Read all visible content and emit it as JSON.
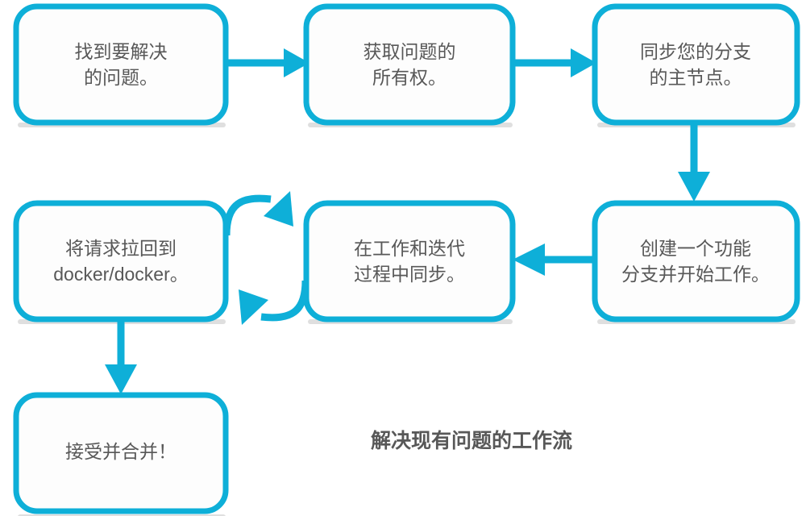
{
  "diagram": {
    "title": "解决现有问题的工作流",
    "accent_color": "#0eafd8",
    "text_color": "#585858",
    "background_color": "#ffffff",
    "nodes": [
      {
        "id": "find-issue",
        "line1": "找到要解决",
        "line2": "的问题。"
      },
      {
        "id": "claim-ownership",
        "line1": "获取问题的",
        "line2": "所有权。"
      },
      {
        "id": "sync-fork-master",
        "line1": "同步您的分支",
        "line2": "的主节点。"
      },
      {
        "id": "pull-request-back",
        "line1": "将请求拉回到",
        "line2": "docker/docker。"
      },
      {
        "id": "sync-while-working",
        "line1": "在工作和迭代",
        "line2": "过程中同步。"
      },
      {
        "id": "create-feature-branch",
        "line1": "创建一个功能",
        "line2": "分支并开始工作。"
      },
      {
        "id": "accept-and-merge",
        "line1": "接受并合并！",
        "line2": ""
      }
    ],
    "connectors": [
      {
        "id": "find-to-claim",
        "kind": "arrow-right"
      },
      {
        "id": "claim-to-sync-master",
        "kind": "arrow-right"
      },
      {
        "id": "sync-master-to-create-branch",
        "kind": "arrow-down"
      },
      {
        "id": "create-branch-to-sync-working",
        "kind": "arrow-left"
      },
      {
        "id": "sync-working-loop-top",
        "kind": "curved-arrow-up-right"
      },
      {
        "id": "sync-working-loop-bottom",
        "kind": "curved-arrow-down-left"
      },
      {
        "id": "pull-request-to-merge",
        "kind": "arrow-down"
      }
    ]
  }
}
